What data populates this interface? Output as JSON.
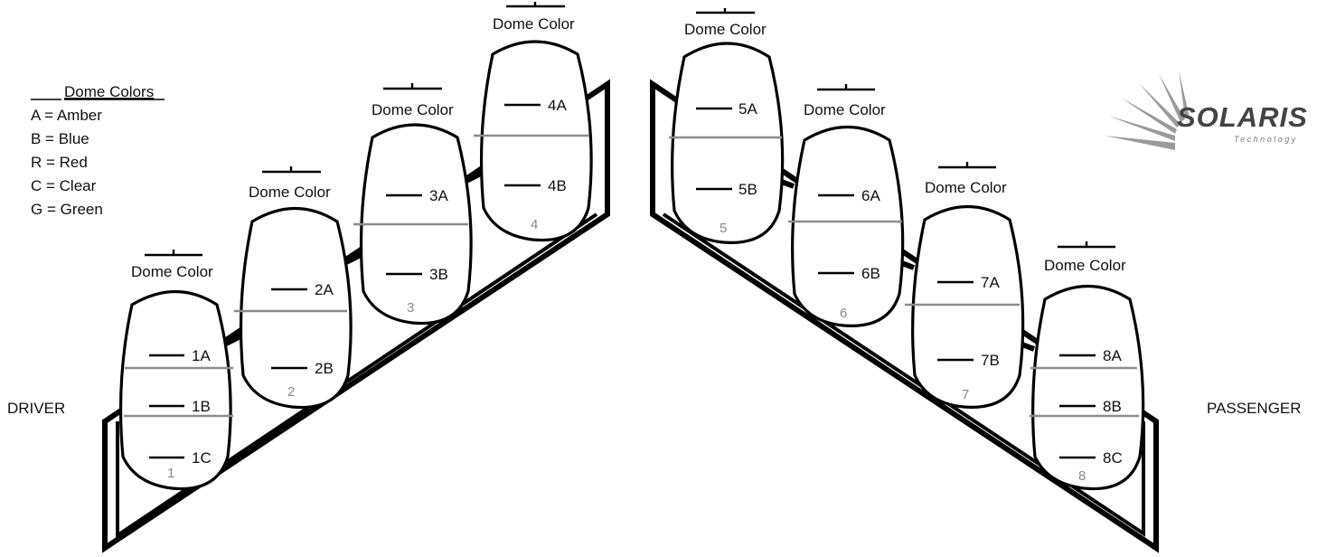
{
  "legend": {
    "title": "Dome Colors",
    "items": [
      "A = Amber",
      "B = Blue",
      "R = Red",
      "C = Clear",
      "G = Green"
    ]
  },
  "dome_color_label": "Dome Color",
  "sides": {
    "left": "DRIVER",
    "right": "PASSENGER"
  },
  "logo": {
    "name": "SOLARIS",
    "tagline": "Technology"
  },
  "domes": [
    {
      "number": "1",
      "positions": [
        "1A",
        "1B",
        "1C"
      ]
    },
    {
      "number": "2",
      "positions": [
        "2A",
        "2B"
      ]
    },
    {
      "number": "3",
      "positions": [
        "3A",
        "3B"
      ]
    },
    {
      "number": "4",
      "positions": [
        "4A",
        "4B"
      ]
    },
    {
      "number": "5",
      "positions": [
        "5A",
        "5B"
      ]
    },
    {
      "number": "6",
      "positions": [
        "6A",
        "6B"
      ]
    },
    {
      "number": "7",
      "positions": [
        "7A",
        "7B"
      ]
    },
    {
      "number": "8",
      "positions": [
        "8A",
        "8B",
        "8C"
      ]
    }
  ]
}
